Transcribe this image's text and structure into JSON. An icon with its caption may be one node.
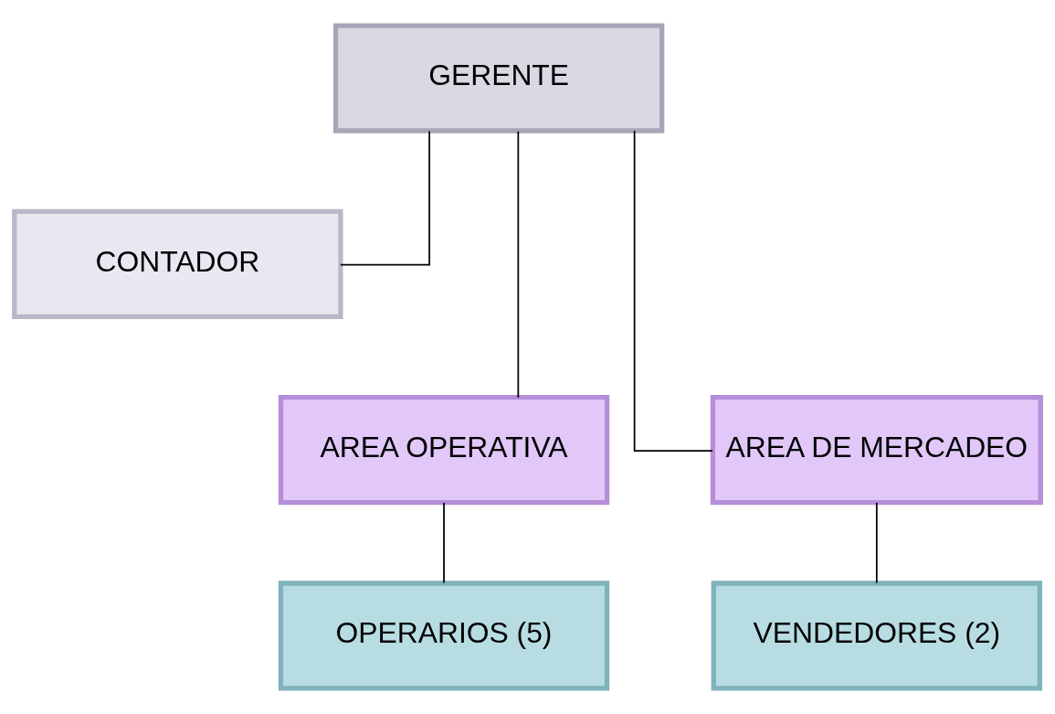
{
  "diagram": {
    "nodes": [
      {
        "text": [
          "GERENTE"
        ]
      },
      {
        "text": [
          "CONTADOR"
        ]
      },
      {
        "text": [
          "AREA OPERATIVA"
        ]
      },
      {
        "text": [
          "AREA DE MERCADEO"
        ]
      },
      {
        "text": [
          "OPERARIOS (5)"
        ]
      },
      {
        "text": [
          "VENDEDORES (2)"
        ]
      }
    ],
    "edges": [
      {
        "from": 0,
        "to": 1,
        "arrow": "none"
      },
      {
        "from": 0,
        "to": 2,
        "arrow": "none"
      },
      {
        "from": 0,
        "to": 3,
        "arrow": "none"
      },
      {
        "from": 2,
        "to": 4,
        "arrow": "none"
      },
      {
        "from": 3,
        "to": 5,
        "arrow": "none"
      }
    ]
  }
}
